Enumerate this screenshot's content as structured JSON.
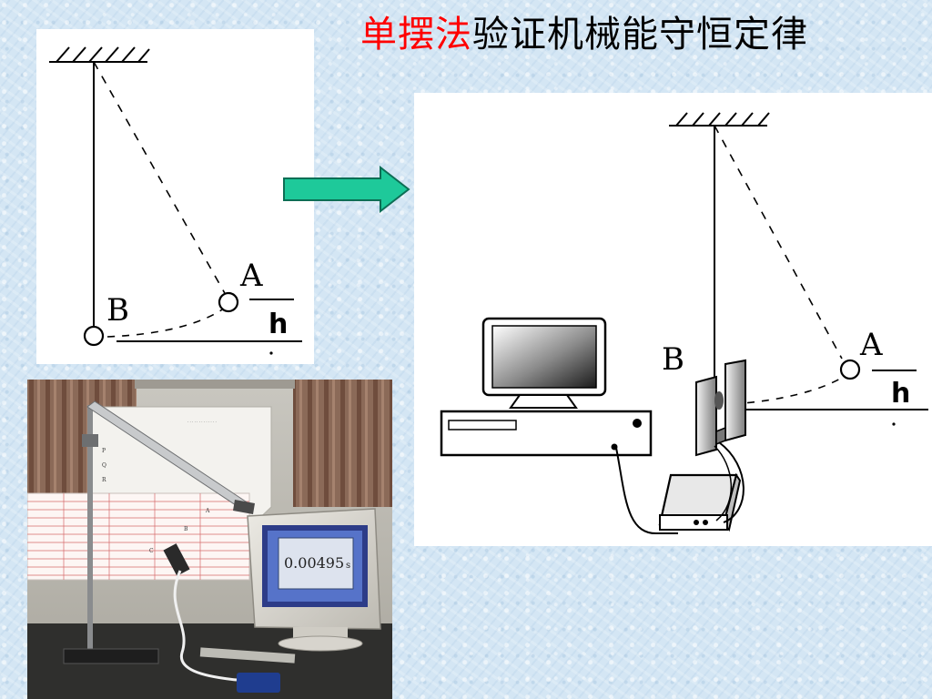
{
  "slide": {
    "title_highlight": "单摆法",
    "title_rest": "验证机械能守恒定律",
    "colors": {
      "highlight": "#ff0000",
      "arrow": "#1ec99a"
    }
  },
  "diagram_left": {
    "label_a": "A",
    "label_b": "B",
    "label_h": "h"
  },
  "arrow": {
    "icon": "right-arrow-icon"
  },
  "diagram_right": {
    "label_a": "A",
    "label_b": "B",
    "label_h": "h"
  },
  "photo": {
    "screen_reading": "0.00495",
    "screen_unit": "s",
    "board_letters": [
      "P",
      "Q",
      "R",
      "A",
      "B",
      "C"
    ]
  }
}
